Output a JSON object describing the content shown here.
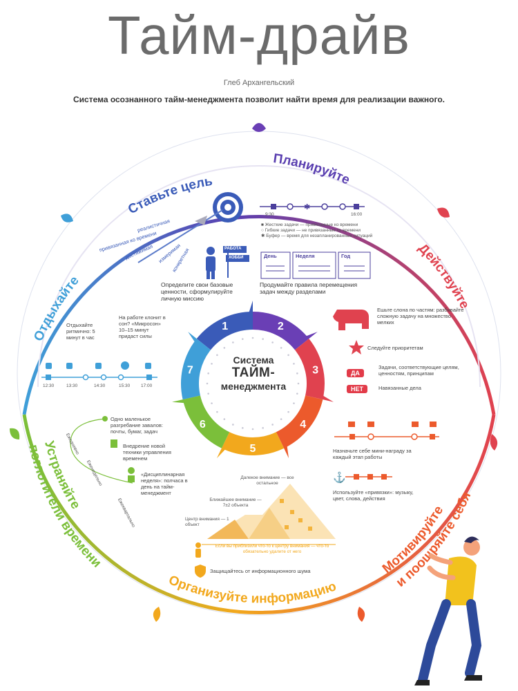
{
  "header": {
    "title": "Тайм-драйв",
    "author": "Глеб Архангельский",
    "subtitle": "Система осознанного тайм-менеджмента позволит найти время для реализации важного."
  },
  "center": {
    "line1": "Система",
    "line2": "ТАЙМ-",
    "line3": "менеджмента",
    "segments": [
      {
        "num": "1",
        "color": "#3a5bb8"
      },
      {
        "num": "2",
        "color": "#6a3fb5"
      },
      {
        "num": "3",
        "color": "#e0424f"
      },
      {
        "num": "4",
        "color": "#ec5a2c"
      },
      {
        "num": "5",
        "color": "#f2a81d"
      },
      {
        "num": "6",
        "color": "#7bbf3a"
      },
      {
        "num": "7",
        "color": "#3f9fd8"
      }
    ]
  },
  "sections": {
    "goal": {
      "title": "Ставьте цель",
      "arrow_labels": [
        "реалистичная",
        "привязанная ко времени",
        "достижимая",
        "измеримая",
        "конкретная"
      ],
      "sign1": "РАБОТА",
      "sign2": "ХОББИ",
      "text": "Определите свои базовые ценности, сформулируйте личную миссию"
    },
    "plan": {
      "title": "Планируйте",
      "time_start": "9:30",
      "time_end": "16:00",
      "legend": [
        "Жесткие задачи — привязанные ко времени",
        "Гибкие задачи — не привязанные ко времени",
        "Буфер — время для незапланированных ситуаций"
      ],
      "tabs": [
        "День",
        "Неделя",
        "Год"
      ],
      "text": "Продумайте правила перемещения задач между разделами"
    },
    "act": {
      "title": "Действуйте",
      "elephant_text": "Ешьте слона по частям: разбивайте сложную задачу на множество мелких",
      "star_text": "Следуйте приоритетам",
      "yes_label": "ДА",
      "yes_text": "Задачи, соответствующие целям, ценностям, принципам",
      "no_label": "НЕТ",
      "no_text": "Навязанные дела"
    },
    "motivate": {
      "title1": "Мотивируйте",
      "title2": "и поощряйте себя",
      "reward_text": "Назначьте себе мини-награду за каждый этап работы",
      "anchor_text": "Используйте «привязки»: музыку, цвет, слова, действия"
    },
    "organize": {
      "title": "Организуйте информацию",
      "far": "Далекое внимание — все остальное",
      "near": "Ближайшее внимание — 7±2 объекта",
      "focus": "Центр внимания — 1 объект",
      "note": "Если вы приблизили что-то к центру внимания — что-то обязательно удалите от него",
      "shield_text": "Защищайтесь от информационного шума"
    },
    "eliminate": {
      "title1": "Устраняйте",
      "title2": "поглотители времени",
      "freq": [
        "Ежедневно",
        "Еженедельно",
        "Ежеквартально"
      ],
      "item1": "Одно маленькое разгребание завалов: почты, бумаг, задач",
      "item2": "Внедрение новой техники управления временем",
      "item3": "«Дисциплинарная неделя»: полчаса в день на тайм-менеджмент"
    },
    "rest": {
      "title": "Отдыхайте",
      "text1": "Отдыхайте ритмично: 5 минут в час",
      "text2": "На работе клонит в сон? «Микросон» 10–15 минут придаст силы",
      "times": [
        "12:30",
        "13:30",
        "14:30",
        "15:30",
        "17:00"
      ]
    }
  },
  "colors": {
    "blue": "#3a5bb8",
    "purple": "#6a3fb5",
    "red": "#e0424f",
    "orange": "#ec5a2c",
    "yellow": "#f2a81d",
    "green": "#7bbf3a",
    "cyan": "#3f9fd8"
  }
}
